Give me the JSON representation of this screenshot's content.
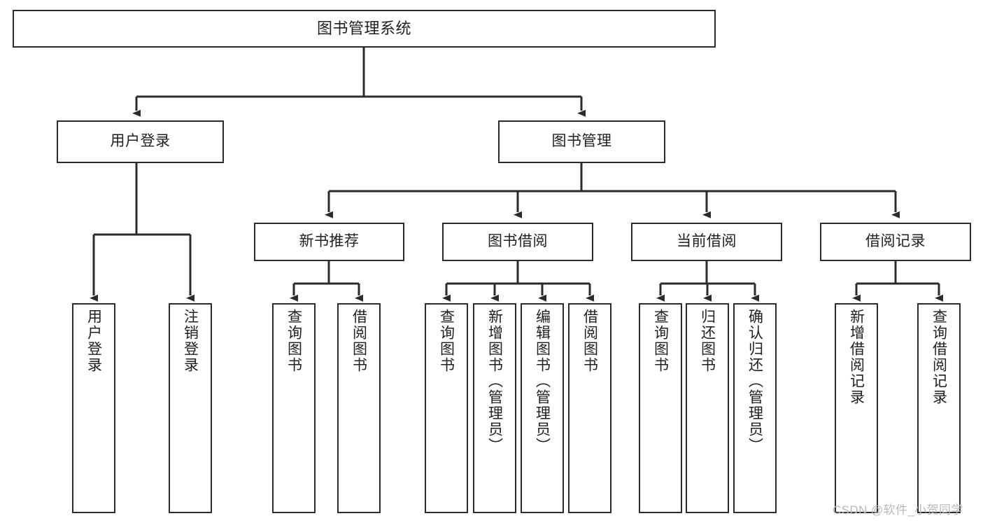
{
  "diagram": {
    "type": "tree",
    "title": "图书管理系统",
    "orientation": "top-down",
    "watermark": "CSDN @软件_小贺同学",
    "colors": {
      "background": "#ffffff",
      "node_fill": "#ffffff",
      "node_border": "#2b2b2b",
      "connector": "#2b2b2b",
      "text": "#1f1f1f",
      "watermark": "#b9b9b9"
    },
    "nodes": {
      "root": {
        "label": "图书管理系统",
        "level": 1
      },
      "user_login": {
        "label": "用户登录",
        "level": 2
      },
      "book_manage": {
        "label": "图书管理",
        "level": 2
      },
      "new_book_rec": {
        "label": "新书推荐",
        "level": 3
      },
      "book_borrow": {
        "label": "图书借阅",
        "level": 3
      },
      "current_borrow": {
        "label": "当前借阅",
        "level": 3
      },
      "borrow_record": {
        "label": "借阅记录",
        "level": 3
      },
      "leaf_user_login": {
        "label": "用户登录",
        "level": 4
      },
      "leaf_logout": {
        "label": "注销登录",
        "level": 4
      },
      "leaf_query_book_1": {
        "label": "查询图书",
        "level": 4
      },
      "leaf_borrow_book_1": {
        "label": "借阅图书",
        "level": 4
      },
      "leaf_query_book_2": {
        "label": "查询图书",
        "level": 4
      },
      "leaf_add_book": {
        "label": "新增图书（管理员）",
        "level": 4
      },
      "leaf_edit_book": {
        "label": "编辑图书（管理员）",
        "level": 4
      },
      "leaf_borrow_book_2": {
        "label": "借阅图书",
        "level": 4
      },
      "leaf_query_book_3": {
        "label": "查询图书",
        "level": 4
      },
      "leaf_return_book": {
        "label": "归还图书",
        "level": 4
      },
      "leaf_confirm_return": {
        "label": "确认归还（管理员）",
        "level": 4
      },
      "leaf_add_record": {
        "label": "新增借阅记录",
        "level": 4
      },
      "leaf_query_record": {
        "label": "查询借阅记录",
        "level": 4
      }
    },
    "edges": [
      {
        "from": "root",
        "to": "user_login"
      },
      {
        "from": "root",
        "to": "book_manage"
      },
      {
        "from": "user_login",
        "to": "leaf_user_login"
      },
      {
        "from": "user_login",
        "to": "leaf_logout"
      },
      {
        "from": "book_manage",
        "to": "new_book_rec"
      },
      {
        "from": "book_manage",
        "to": "book_borrow"
      },
      {
        "from": "book_manage",
        "to": "current_borrow"
      },
      {
        "from": "book_manage",
        "to": "borrow_record"
      },
      {
        "from": "new_book_rec",
        "to": "leaf_query_book_1"
      },
      {
        "from": "new_book_rec",
        "to": "leaf_borrow_book_1"
      },
      {
        "from": "book_borrow",
        "to": "leaf_query_book_2"
      },
      {
        "from": "book_borrow",
        "to": "leaf_add_book"
      },
      {
        "from": "book_borrow",
        "to": "leaf_edit_book"
      },
      {
        "from": "book_borrow",
        "to": "leaf_borrow_book_2"
      },
      {
        "from": "current_borrow",
        "to": "leaf_query_book_3"
      },
      {
        "from": "current_borrow",
        "to": "leaf_return_book"
      },
      {
        "from": "current_borrow",
        "to": "leaf_confirm_return"
      },
      {
        "from": "borrow_record",
        "to": "leaf_add_record"
      },
      {
        "from": "borrow_record",
        "to": "leaf_query_record"
      }
    ]
  }
}
